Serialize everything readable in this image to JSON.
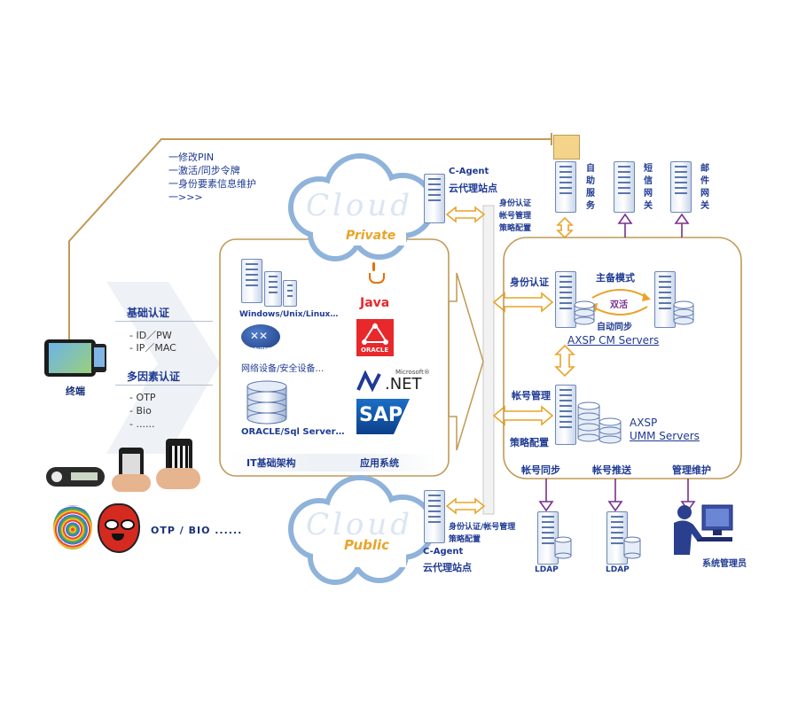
{
  "left_menu": [
    "一修改PIN",
    "一激活/同步令牌",
    "一身份要素信息维护",
    "一>>>"
  ],
  "terminal_label": "终端",
  "basic_auth": {
    "title": "基础认证",
    "items": [
      "- ID／PW",
      "- IP／MAC"
    ]
  },
  "mfa": {
    "title": "多因素认证",
    "items": [
      "- OTP",
      "- Bio",
      "- ......"
    ]
  },
  "otp_bio_label": "OTP / BIO ......",
  "cloud_private": {
    "watermark": "Cloud",
    "label": "Private"
  },
  "cloud_public": {
    "watermark": "Cloud",
    "label": "Public"
  },
  "agent_top": {
    "name": "C-Agent",
    "desc": "云代理站点",
    "functions": [
      "身份认证",
      "帐号管理",
      "策略配置"
    ]
  },
  "agent_bottom": {
    "name": "C-Agent",
    "desc": "云代理站点",
    "functions": [
      "身份认证/帐号管理",
      "策略配置"
    ]
  },
  "it_infra": {
    "servers_label": "Windows/Unix/Linux…",
    "router_text": "ROUTER",
    "network_label": "网络设备/安全设备…",
    "db_label": "ORACLE/Sql Server…",
    "footer_left": "IT基础架构",
    "footer_right": "应用系统"
  },
  "apps": {
    "java": "Java",
    "oracle": "ORACLE",
    "dotnet_small": "Microsoft®",
    "dotnet": ".NET",
    "sap": "SAP"
  },
  "top_services": [
    {
      "label": "自助服务"
    },
    {
      "label": "短信网关"
    },
    {
      "label": "邮件网关"
    }
  ],
  "right_panel": {
    "auth_label": "身份认证",
    "mode_label": "主备模式",
    "dual_label": "双活",
    "sync_label": "自动同步",
    "cm_servers": "AXSP  CM  Servers",
    "acct_mgmt": "帐号管理",
    "policy": "策略配置",
    "umm_line1": "AXSP",
    "umm_line2": "UMM Servers",
    "bottom_labels": [
      "帐号同步",
      "帐号推送",
      "管理维护"
    ]
  },
  "ldap_labels": [
    "LDAP",
    "LDAP"
  ],
  "admin_label": "系统管理员",
  "colors": {
    "navy": "#1f3a93",
    "gold": "#c19a55",
    "orange": "#e8a42a",
    "purple": "#7a2f8e",
    "red": "#e8282b"
  }
}
